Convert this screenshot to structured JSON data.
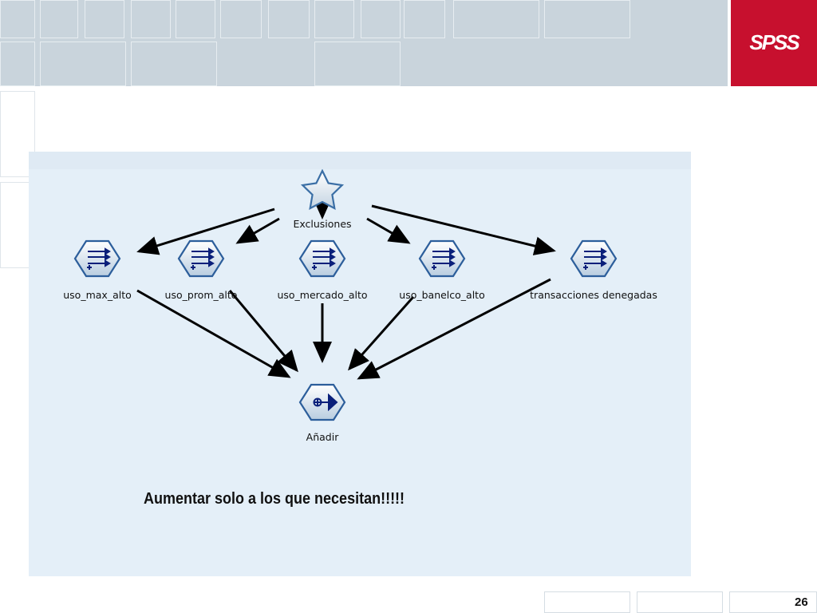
{
  "brand": {
    "logo_text": "SPSS",
    "accent": "#c7102e"
  },
  "diagram": {
    "source": {
      "label": "Exclusiones",
      "icon": "star-icon"
    },
    "nodes": [
      {
        "label": "uso_max_alto",
        "icon": "derive-icon"
      },
      {
        "label": "uso_prom_alto",
        "icon": "derive-icon"
      },
      {
        "label": "uso_mercado_alto",
        "icon": "derive-icon"
      },
      {
        "label": "uso_banelco_alto",
        "icon": "derive-icon"
      },
      {
        "label": "transacciones denegadas",
        "icon": "derive-icon"
      }
    ],
    "target": {
      "label": "Añadir",
      "icon": "append-icon"
    }
  },
  "caption": "Aumentar solo a los que necesitan!!!!!",
  "page_number": "26"
}
